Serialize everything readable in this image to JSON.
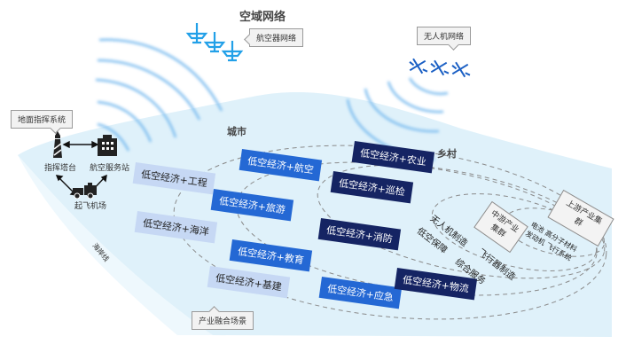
{
  "diagram": {
    "airspace_title": "空域网络",
    "aircraft_network_label": "航空器网络",
    "drone_network_label": "无人机网络",
    "ground_command": {
      "callout": "地面指挥系统",
      "tower": "指挥塔台",
      "service_station": "航空服务站",
      "airport": "起飞机场"
    },
    "coastline_label": "海岸线",
    "city_label": "城市",
    "village_label": "乡村",
    "scenario_callout": "产业融合场景",
    "scenarios": {
      "engineering": "低空经济+工程",
      "ocean": "低空经济+海洋",
      "infrastructure": "低空经济+基建",
      "aviation": "低空经济+航空",
      "tourism": "低空经济+旅游",
      "education": "低空经济+教育",
      "emergency": "低空经济+应急",
      "agriculture": "低空经济+农业",
      "inspection": "低空经济+巡检",
      "firefighting": "低空经济+消防",
      "logistics": "低空经济+物流"
    },
    "midstream": {
      "title": "中游产业集群",
      "items": [
        "无人机制造",
        "低空保障",
        "飞行器制造",
        "综合服务"
      ]
    },
    "upstream": {
      "title": "上游产业集群",
      "line1": "电池  高分子材料",
      "line2": "发动机  飞行系统"
    },
    "colors": {
      "light_tag": "#c6d8f4",
      "mid_tag": "#2468d4",
      "dark_tag": "#152463",
      "land": "#dff1fa",
      "signal": "#5aa8e8",
      "drone_icon": "#1a5fc4",
      "plane_icon": "#22a0e8"
    }
  }
}
